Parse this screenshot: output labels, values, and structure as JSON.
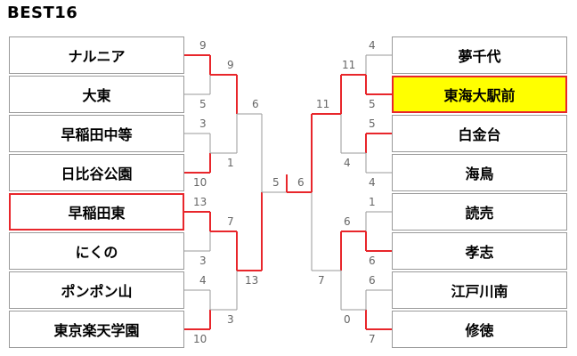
{
  "title": "BEST16",
  "colors": {
    "win": "#e8262b",
    "line": "#9a9a9a",
    "highlight": "#ffff00"
  },
  "left_teams": [
    "ナルニア",
    "大東",
    "早稲田中等",
    "日比谷公園",
    "早稲田東",
    "にくの",
    "ポンポン山",
    "東京楽天学園"
  ],
  "right_teams": [
    "夢千代",
    "東海大駅前",
    "白金台",
    "海鳥",
    "読売",
    "孝志",
    "江戸川南",
    "修徳"
  ],
  "left_scores": {
    "r1": [
      "9",
      "5",
      "3",
      "10",
      "13",
      "3",
      "4",
      "10"
    ],
    "r2": [
      "9",
      "1",
      "7",
      "3"
    ],
    "r3": [
      "6",
      "13"
    ],
    "final": "5"
  },
  "right_scores": {
    "r1": [
      "4",
      "5",
      "5",
      "4",
      "1",
      "6",
      "6",
      "7"
    ],
    "r2": [
      "11",
      "4",
      "6",
      "0"
    ],
    "r3": [
      "11",
      "7"
    ],
    "final": "6"
  }
}
